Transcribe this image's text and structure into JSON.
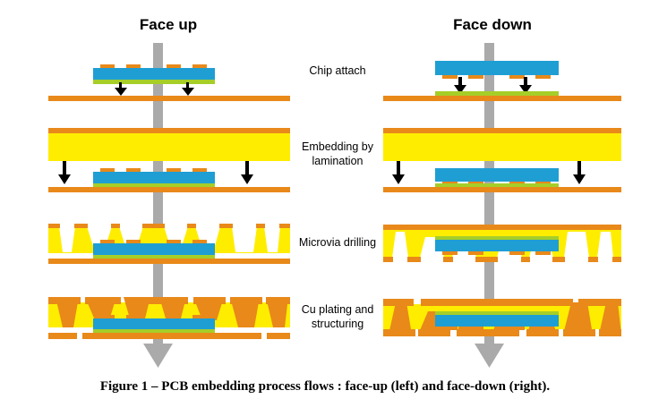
{
  "figure": {
    "caption": "Figure 1 – PCB embedding process flows : face-up (left) and face-down (right)."
  },
  "columns": {
    "left_title": "Face up",
    "right_title": "Face down"
  },
  "steps": [
    {
      "label": "Chip attach"
    },
    {
      "label": "Embedding by lamination"
    },
    {
      "label": "Microvia drilling"
    },
    {
      "label": "Cu plating and structuring"
    }
  ],
  "step_labels": {
    "chip_attach": "Chip attach",
    "embedding_line1": "Embedding by",
    "embedding_line2": "lamination",
    "microvia": "Microvia drilling",
    "cu_plating_line1": "Cu plating and",
    "cu_plating_line2": "structuring"
  },
  "colors": {
    "copper": "#e8891a",
    "copper_dark": "#e07b12",
    "prepreg_yellow": "#ffed00",
    "die_blue": "#1f9ed4",
    "adhesive_green": "#a6ce28",
    "flow_arrow_gray": "#aaaaaa",
    "attach_arrow_black": "#000000",
    "background": "#ffffff"
  },
  "chart_data": {
    "type": "diagram",
    "title": "PCB embedding process flows",
    "flows": [
      {
        "name": "face-up",
        "title": "Face up",
        "stages": [
          {
            "step": "Chip attach",
            "elements": [
              "die with copper pads on top face",
              "green die-attach adhesive on bottom of die",
              "copper-clad core substrate below",
              "two black downward placement arrows"
            ]
          },
          {
            "step": "Embedding by lamination",
            "elements": [
              "yellow prepreg sheet with copper foil on top",
              "die already mounted on lower core",
              "two black downward lamination arrows at the sides"
            ]
          },
          {
            "step": "Microvia drilling",
            "elements": [
              "laminated stack",
              "microvias drilled from the top side",
              "tapered blind vias over die pads and outer core pads"
            ]
          },
          {
            "step": "Cu plating and structuring",
            "elements": [
              "copper plated into vias",
              "structured copper tracks on top and bottom"
            ]
          }
        ]
      },
      {
        "name": "face-down",
        "title": "Face down",
        "stages": [
          {
            "step": "Chip attach",
            "elements": [
              "die with copper pads on bottom face",
              "green die-attach adhesive applied on the core",
              "copper-clad core substrate below",
              "two black downward placement arrows"
            ]
          },
          {
            "step": "Embedding by lamination",
            "elements": [
              "yellow prepreg sheet with copper foil on top",
              "die mounted face-down on lower core",
              "two black downward lamination arrows at the sides"
            ]
          },
          {
            "step": "Microvia drilling",
            "elements": [
              "laminated stack",
              "microvias drilled from the bottom side",
              "tapered blind vias under die pads and outer core pads"
            ]
          },
          {
            "step": "Cu plating and structuring",
            "elements": [
              "copper plated into vias",
              "structured copper tracks on top and bottom"
            ]
          }
        ]
      }
    ],
    "legend_materials": [
      {
        "name": "copper",
        "color": "#e8891a"
      },
      {
        "name": "prepreg / dielectric",
        "color": "#ffed00"
      },
      {
        "name": "silicon die",
        "color": "#1f9ed4"
      },
      {
        "name": "die attach adhesive",
        "color": "#a6ce28"
      }
    ],
    "process_direction": "top to bottom"
  }
}
